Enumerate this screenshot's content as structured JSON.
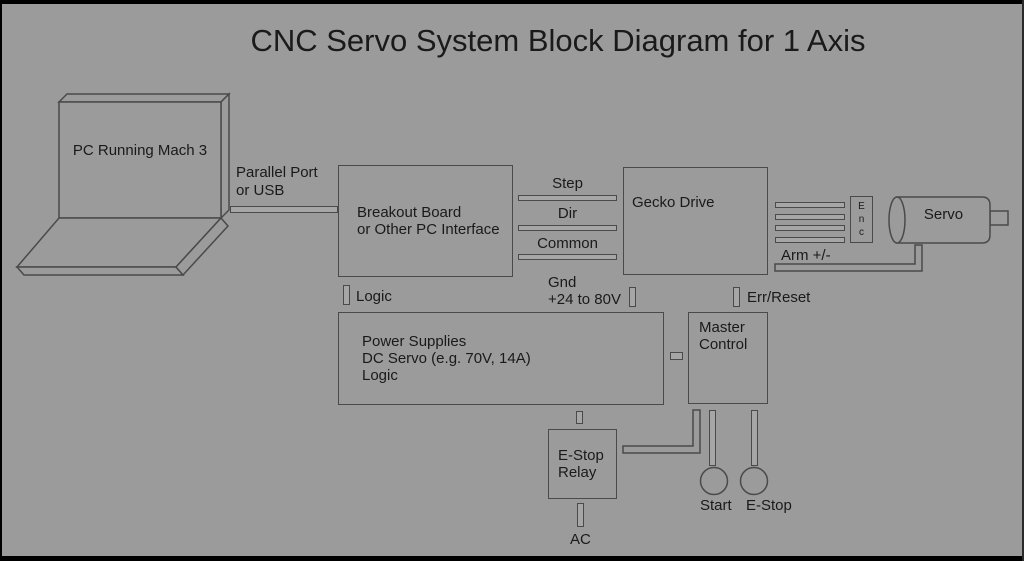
{
  "title": "CNC Servo System Block Diagram for 1 Axis",
  "colors": {
    "background": "#9b9b9b",
    "line": "#4a4a4a",
    "text": "#1a1a1a",
    "connector_fill": "#a6a6a6",
    "frame_edge": "#000000"
  },
  "blocks": {
    "pc": {
      "label": "PC Running Mach 3"
    },
    "breakout": {
      "line1": "Breakout Board",
      "line2": "or Other PC Interface"
    },
    "gecko": {
      "label": "Gecko Drive"
    },
    "encoder": {
      "letter1": "E",
      "letter2": "n",
      "letter3": "c"
    },
    "servo": {
      "label": "Servo"
    },
    "power_supplies": {
      "line1": "Power Supplies",
      "line2": "DC Servo (e.g. 70V, 14A)",
      "line3": "Logic"
    },
    "master_control": {
      "line1": "Master",
      "line2": "Control"
    },
    "estop_relay": {
      "line1": "E-Stop",
      "line2": "Relay"
    }
  },
  "labels": {
    "pc_link": {
      "line1": "Parallel Port",
      "line2": "or USB"
    },
    "step": "Step",
    "dir": "Dir",
    "common": "Common",
    "arm": "Arm +/-",
    "logic": "Logic",
    "gnd": {
      "line1": "Gnd",
      "line2": "+24 to 80V"
    },
    "err_reset": "Err/Reset",
    "start": "Start",
    "estop": "E-Stop",
    "ac": "AC"
  }
}
